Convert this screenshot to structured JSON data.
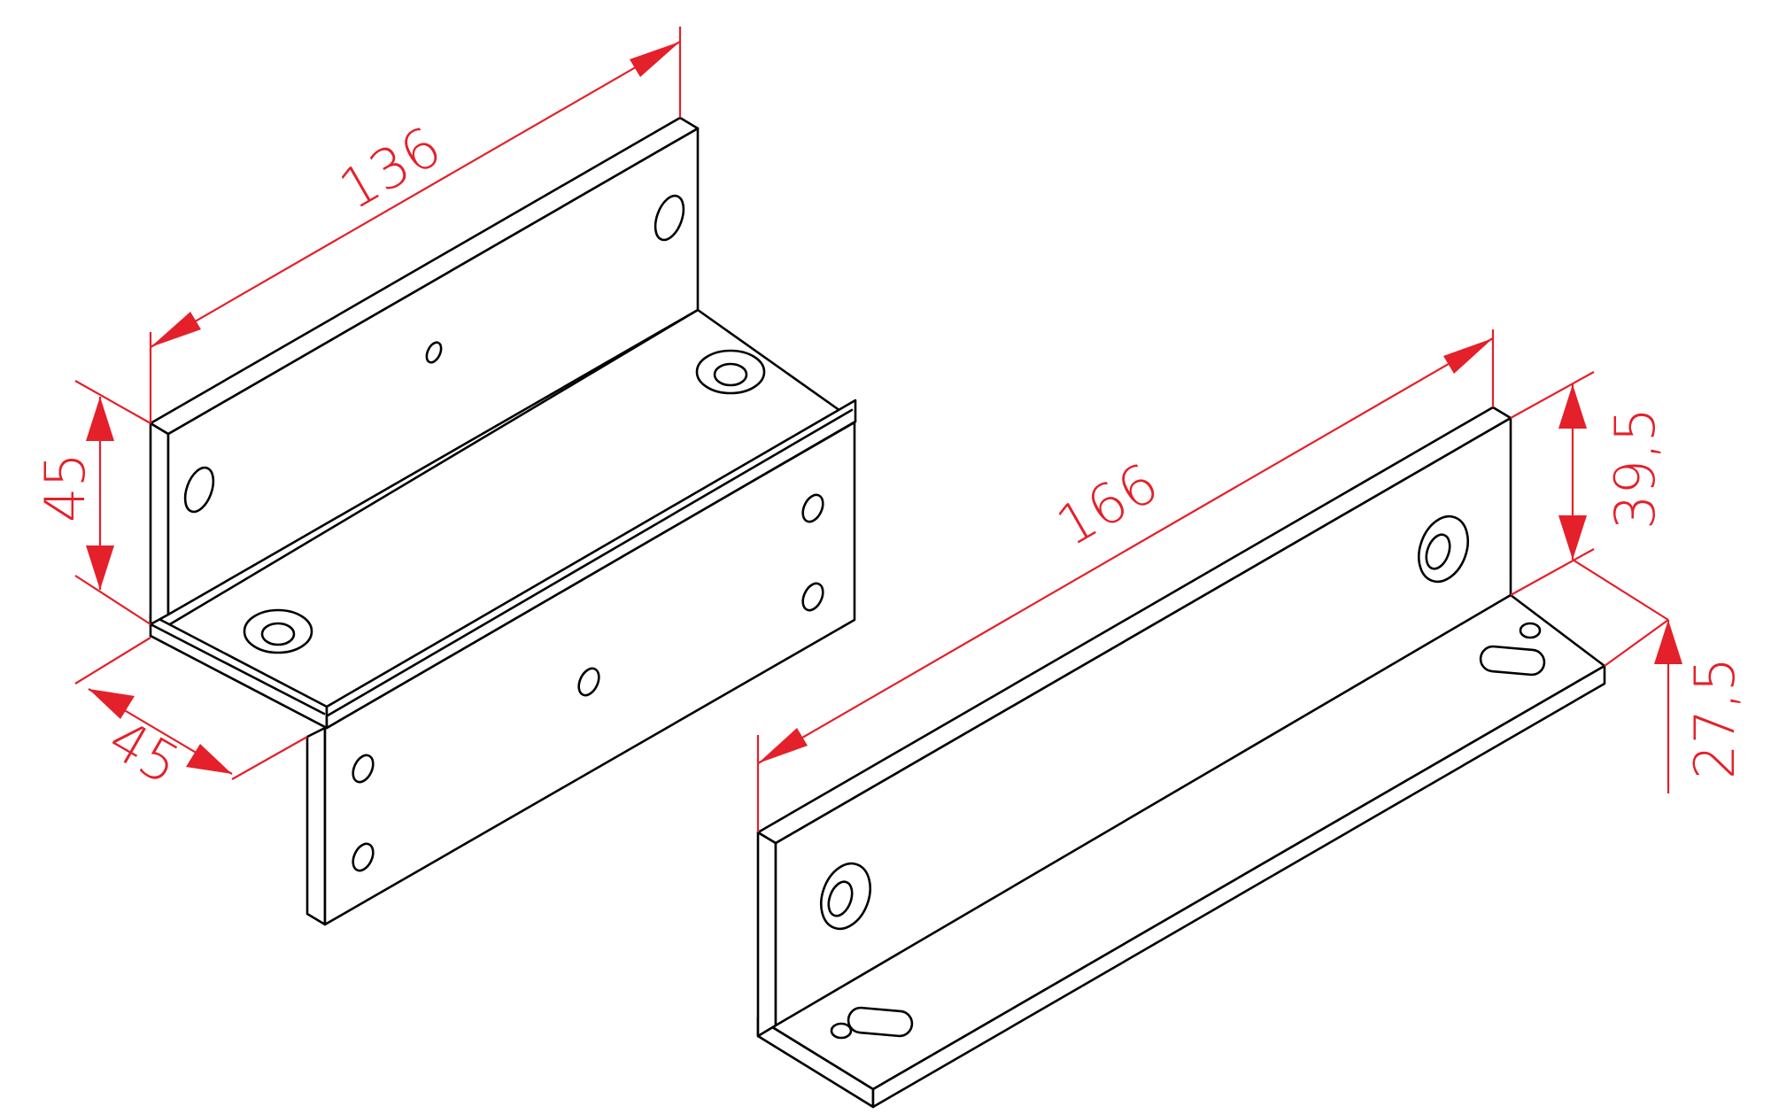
{
  "dimensions": {
    "z_bracket_length": "136",
    "z_bracket_height": "45",
    "z_bracket_depth": "45",
    "l_bracket_length": "166",
    "l_bracket_height": "39,5",
    "l_bracket_depth": "27,5"
  },
  "colors": {
    "dimension": "#e4202a",
    "linework": "#000000",
    "background": "#ffffff"
  }
}
